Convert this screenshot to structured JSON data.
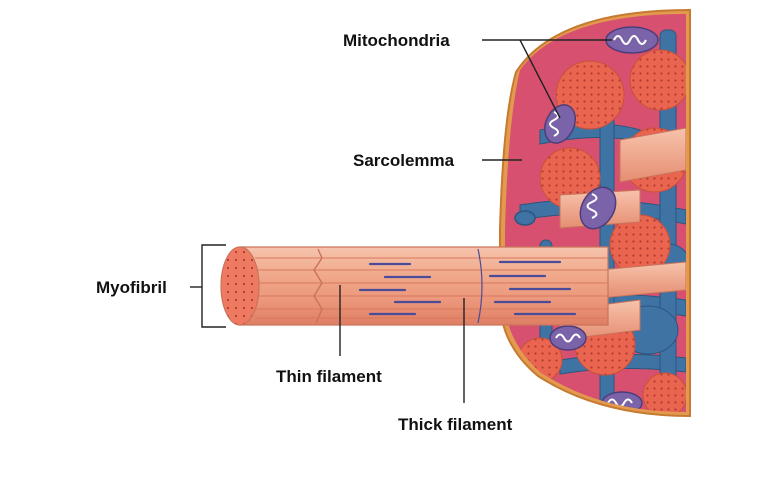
{
  "labels": {
    "mitochondria": "Mitochondria",
    "sarcolemma": "Sarcolemma",
    "myofibril": "Myofibril",
    "thin_filament": "Thin filament",
    "thick_filament": "Thick filament"
  },
  "colors": {
    "myofibril_fill": "#eea184",
    "myofibril_highlight": "#f7c7b1",
    "myofibril_stripe": "#d9785b",
    "cross_section": "#e9654f",
    "cross_section_dots": "#b23a2e",
    "mitochondria": "#7a63a8",
    "mitochondria_light": "#c9b9e0",
    "t_tubule": "#3f73a4",
    "sarcolemma": "#d98a3a",
    "interior": "#d8506f",
    "leader_line": "#222222"
  }
}
